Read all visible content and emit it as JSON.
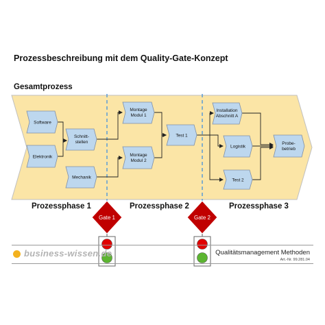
{
  "title": "Prozessbeschreibung mit dem Quality-Gate-Konzept",
  "overall_label": "Gesamtprozess",
  "process_steps": {
    "software": "Software",
    "elektronik": "Elektronik",
    "schnittstellen_1": "Schnitt-",
    "schnittstellen_2": "stellen",
    "mechanik": "Mechanik",
    "montage1_1": "Montage",
    "montage1_2": "Modul 1",
    "montage2_1": "Montage",
    "montage2_2": "Modul 2",
    "test1": "Test 1",
    "installation_1": "Installation",
    "installation_2": "Abschnitt A",
    "logistik": "Logistik",
    "test2": "Test 2",
    "probebetrieb_1": "Probe-",
    "probebetrieb_2": "betrieb"
  },
  "phases": [
    "Prozessphase 1",
    "Prozessphase 2",
    "Prozessphase 3"
  ],
  "gates": [
    {
      "label": "Gate 1",
      "lights": [
        "red",
        "green"
      ]
    },
    {
      "label": "Gate 2",
      "lights": [
        "red",
        "green"
      ]
    }
  ],
  "colors": {
    "arrow_fill": "#fbe5a6",
    "step_fill": "#bdd7ee",
    "gate_fill": "#c00000",
    "divider": "#5b9bd5",
    "light_red": "#e00000",
    "light_green": "#5cb531",
    "logo_dot": "#f3b21f"
  },
  "footer": {
    "logo": "business-wissen.de",
    "title": "Qualitätsmanagement Methoden",
    "article": "Art.-Nr. 99.281.04"
  }
}
